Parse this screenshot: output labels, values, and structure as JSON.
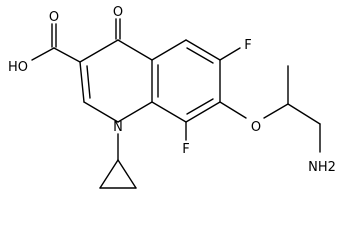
{
  "atoms": {
    "carbonyl_o": "O",
    "acid_oh": "HO",
    "acid_o": "O",
    "fluoro_6": "F",
    "fluoro_8": "F",
    "ring_n": "N",
    "ether_o": "O",
    "amine": "NH2"
  },
  "colors": {
    "ink": "#000000",
    "background": "#ffffff"
  }
}
